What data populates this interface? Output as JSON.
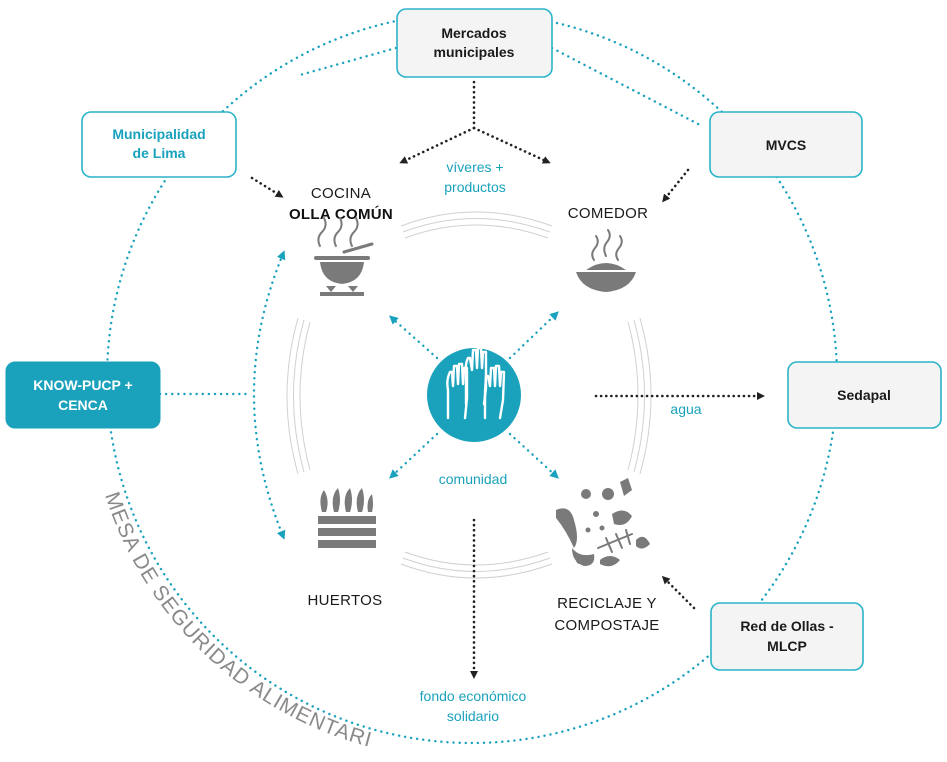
{
  "outer_label": "MESA DE SEGURIDAD ALIMENTARIA",
  "center": {
    "label": "comunidad"
  },
  "actors": {
    "mercados": {
      "line1": "Mercados",
      "line2": "municipales"
    },
    "municipalidad": {
      "line1": "Municipalidad",
      "line2": "de Lima"
    },
    "mvcs": {
      "line1": "MVCS"
    },
    "know": {
      "line1": "KNOW-PUCP +",
      "line2": "CENCA"
    },
    "sedapal": {
      "line1": "Sedapal"
    },
    "red_ollas": {
      "line1": "Red de Ollas -",
      "line2": "MLCP"
    }
  },
  "nodes": {
    "cocina": {
      "line1": "COCINA",
      "line2": "OLLA COMÚN"
    },
    "comedor": {
      "line1": "COMEDOR"
    },
    "huertos": {
      "line1": "HUERTOS"
    },
    "reciclaje": {
      "line1": "RECICLAJE Y",
      "line2": "COMPOSTAJE"
    }
  },
  "flows": {
    "viveres": {
      "line1": "víveres +",
      "line2": "productos"
    },
    "agua": {
      "line1": "agua"
    },
    "fondo": {
      "line1": "fondo económico",
      "line2": "solidario"
    }
  },
  "icons": {
    "center": "raised-hands-icon",
    "cocina": "cooking-pot-icon",
    "comedor": "food-plate-icon",
    "huertos": "garden-crate-icon",
    "reciclaje": "organic-waste-icon"
  },
  "colors": {
    "accent": "#1aa2bd",
    "dark": "#222222",
    "box_fill": "#f4f4f4"
  }
}
